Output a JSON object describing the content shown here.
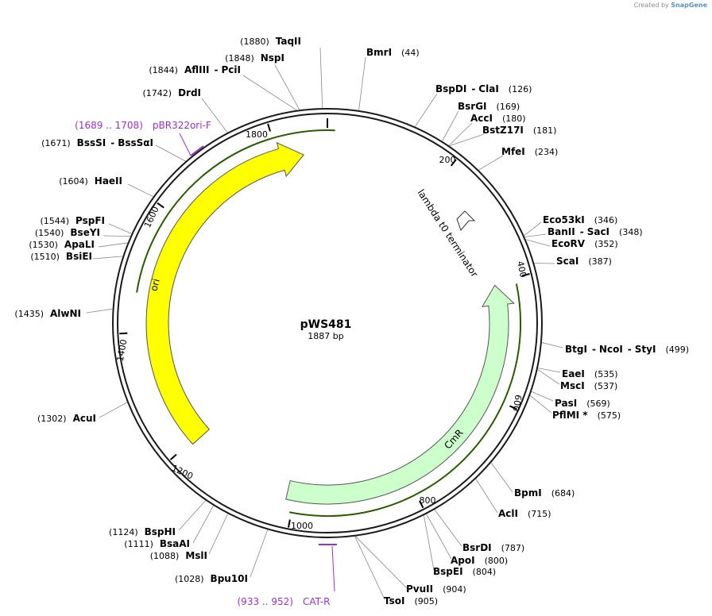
{
  "credit": {
    "prefix": "Created by",
    "brand": "SnapGene"
  },
  "plasmid": {
    "name": "pWS481",
    "size_label": "1887 bp",
    "length": 1887
  },
  "colors": {
    "ori": "#ffff00",
    "cmr": "#ccffcc",
    "primer": "#9932cc",
    "backbone": "#1a1a1a"
  },
  "ticks": [
    "200",
    "400",
    "600",
    "800",
    "1000",
    "1200",
    "1400",
    "1600",
    "1800"
  ],
  "features": [
    {
      "id": "ori",
      "label": "ori",
      "icon": "arrow-ccw"
    },
    {
      "id": "cmr",
      "label": "CmR",
      "icon": "arrow-ccw"
    },
    {
      "id": "lambda",
      "label": "lambda t0 terminator",
      "icon": "terminator-arrow"
    }
  ],
  "primers": [
    {
      "range": "(1689 .. 1708)",
      "name": "pBR322ori-F"
    },
    {
      "range": "(933 .. 952)",
      "name": "CAT-R"
    }
  ],
  "sites": [
    {
      "name": "TaqII",
      "pos": "(1880)"
    },
    {
      "name": "BmrI",
      "pos": "(44)"
    },
    {
      "name": "NspI",
      "pos": "(1848)"
    },
    {
      "name": "AflIII",
      "sep": "-",
      "name2": "PciI",
      "pos": "(1844)"
    },
    {
      "name": "DrdI",
      "pos": "(1742)"
    },
    {
      "name": "BspDI",
      "sep": "-",
      "name2": "ClaI",
      "pos": "(126)"
    },
    {
      "name": "BsrGI",
      "pos": "(169)"
    },
    {
      "name": "AccI",
      "pos": "(180)"
    },
    {
      "name": "BstZ17I",
      "pos": "(181)"
    },
    {
      "name": "MfeI",
      "pos": "(234)"
    },
    {
      "name": "BssSI",
      "sep": "-",
      "name2": "BssSαI",
      "pos": "(1671)"
    },
    {
      "name": "HaeII",
      "pos": "(1604)"
    },
    {
      "name": "Eco53kI",
      "pos": "(346)"
    },
    {
      "name": "BanII",
      "sep": "-",
      "name2": "SacI",
      "pos": "(348)"
    },
    {
      "name": "EcoRV",
      "pos": "(352)"
    },
    {
      "name": "ScaI",
      "pos": "(387)"
    },
    {
      "name": "PspFI",
      "pos": "(1544)"
    },
    {
      "name": "BseYI",
      "pos": "(1540)"
    },
    {
      "name": "ApaLI",
      "pos": "(1530)"
    },
    {
      "name": "BsiEI",
      "pos": "(1510)"
    },
    {
      "name": "AlwNI",
      "pos": "(1435)"
    },
    {
      "name": "BtgI",
      "sep": "-",
      "name2": "NcoI",
      "sep2": "-",
      "name3": "StyI",
      "pos": "(499)"
    },
    {
      "name": "EaeI",
      "pos": "(535)"
    },
    {
      "name": "MscI",
      "pos": "(537)"
    },
    {
      "name": "PasI",
      "pos": "(569)"
    },
    {
      "name": "PflMI *",
      "pos": "(575)"
    },
    {
      "name": "AcuI",
      "pos": "(1302)"
    },
    {
      "name": "BpmI",
      "pos": "(684)"
    },
    {
      "name": "AclI",
      "pos": "(715)"
    },
    {
      "name": "BspHI",
      "pos": "(1124)"
    },
    {
      "name": "BsaAI",
      "pos": "(1111)"
    },
    {
      "name": "MslI",
      "pos": "(1088)"
    },
    {
      "name": "Bpu10I",
      "pos": "(1028)"
    },
    {
      "name": "BsrDI",
      "pos": "(787)"
    },
    {
      "name": "ApoI",
      "pos": "(800)"
    },
    {
      "name": "BspEI",
      "pos": "(804)"
    },
    {
      "name": "PvuII",
      "pos": "(904)"
    },
    {
      "name": "TsoI",
      "pos": "(905)"
    }
  ]
}
